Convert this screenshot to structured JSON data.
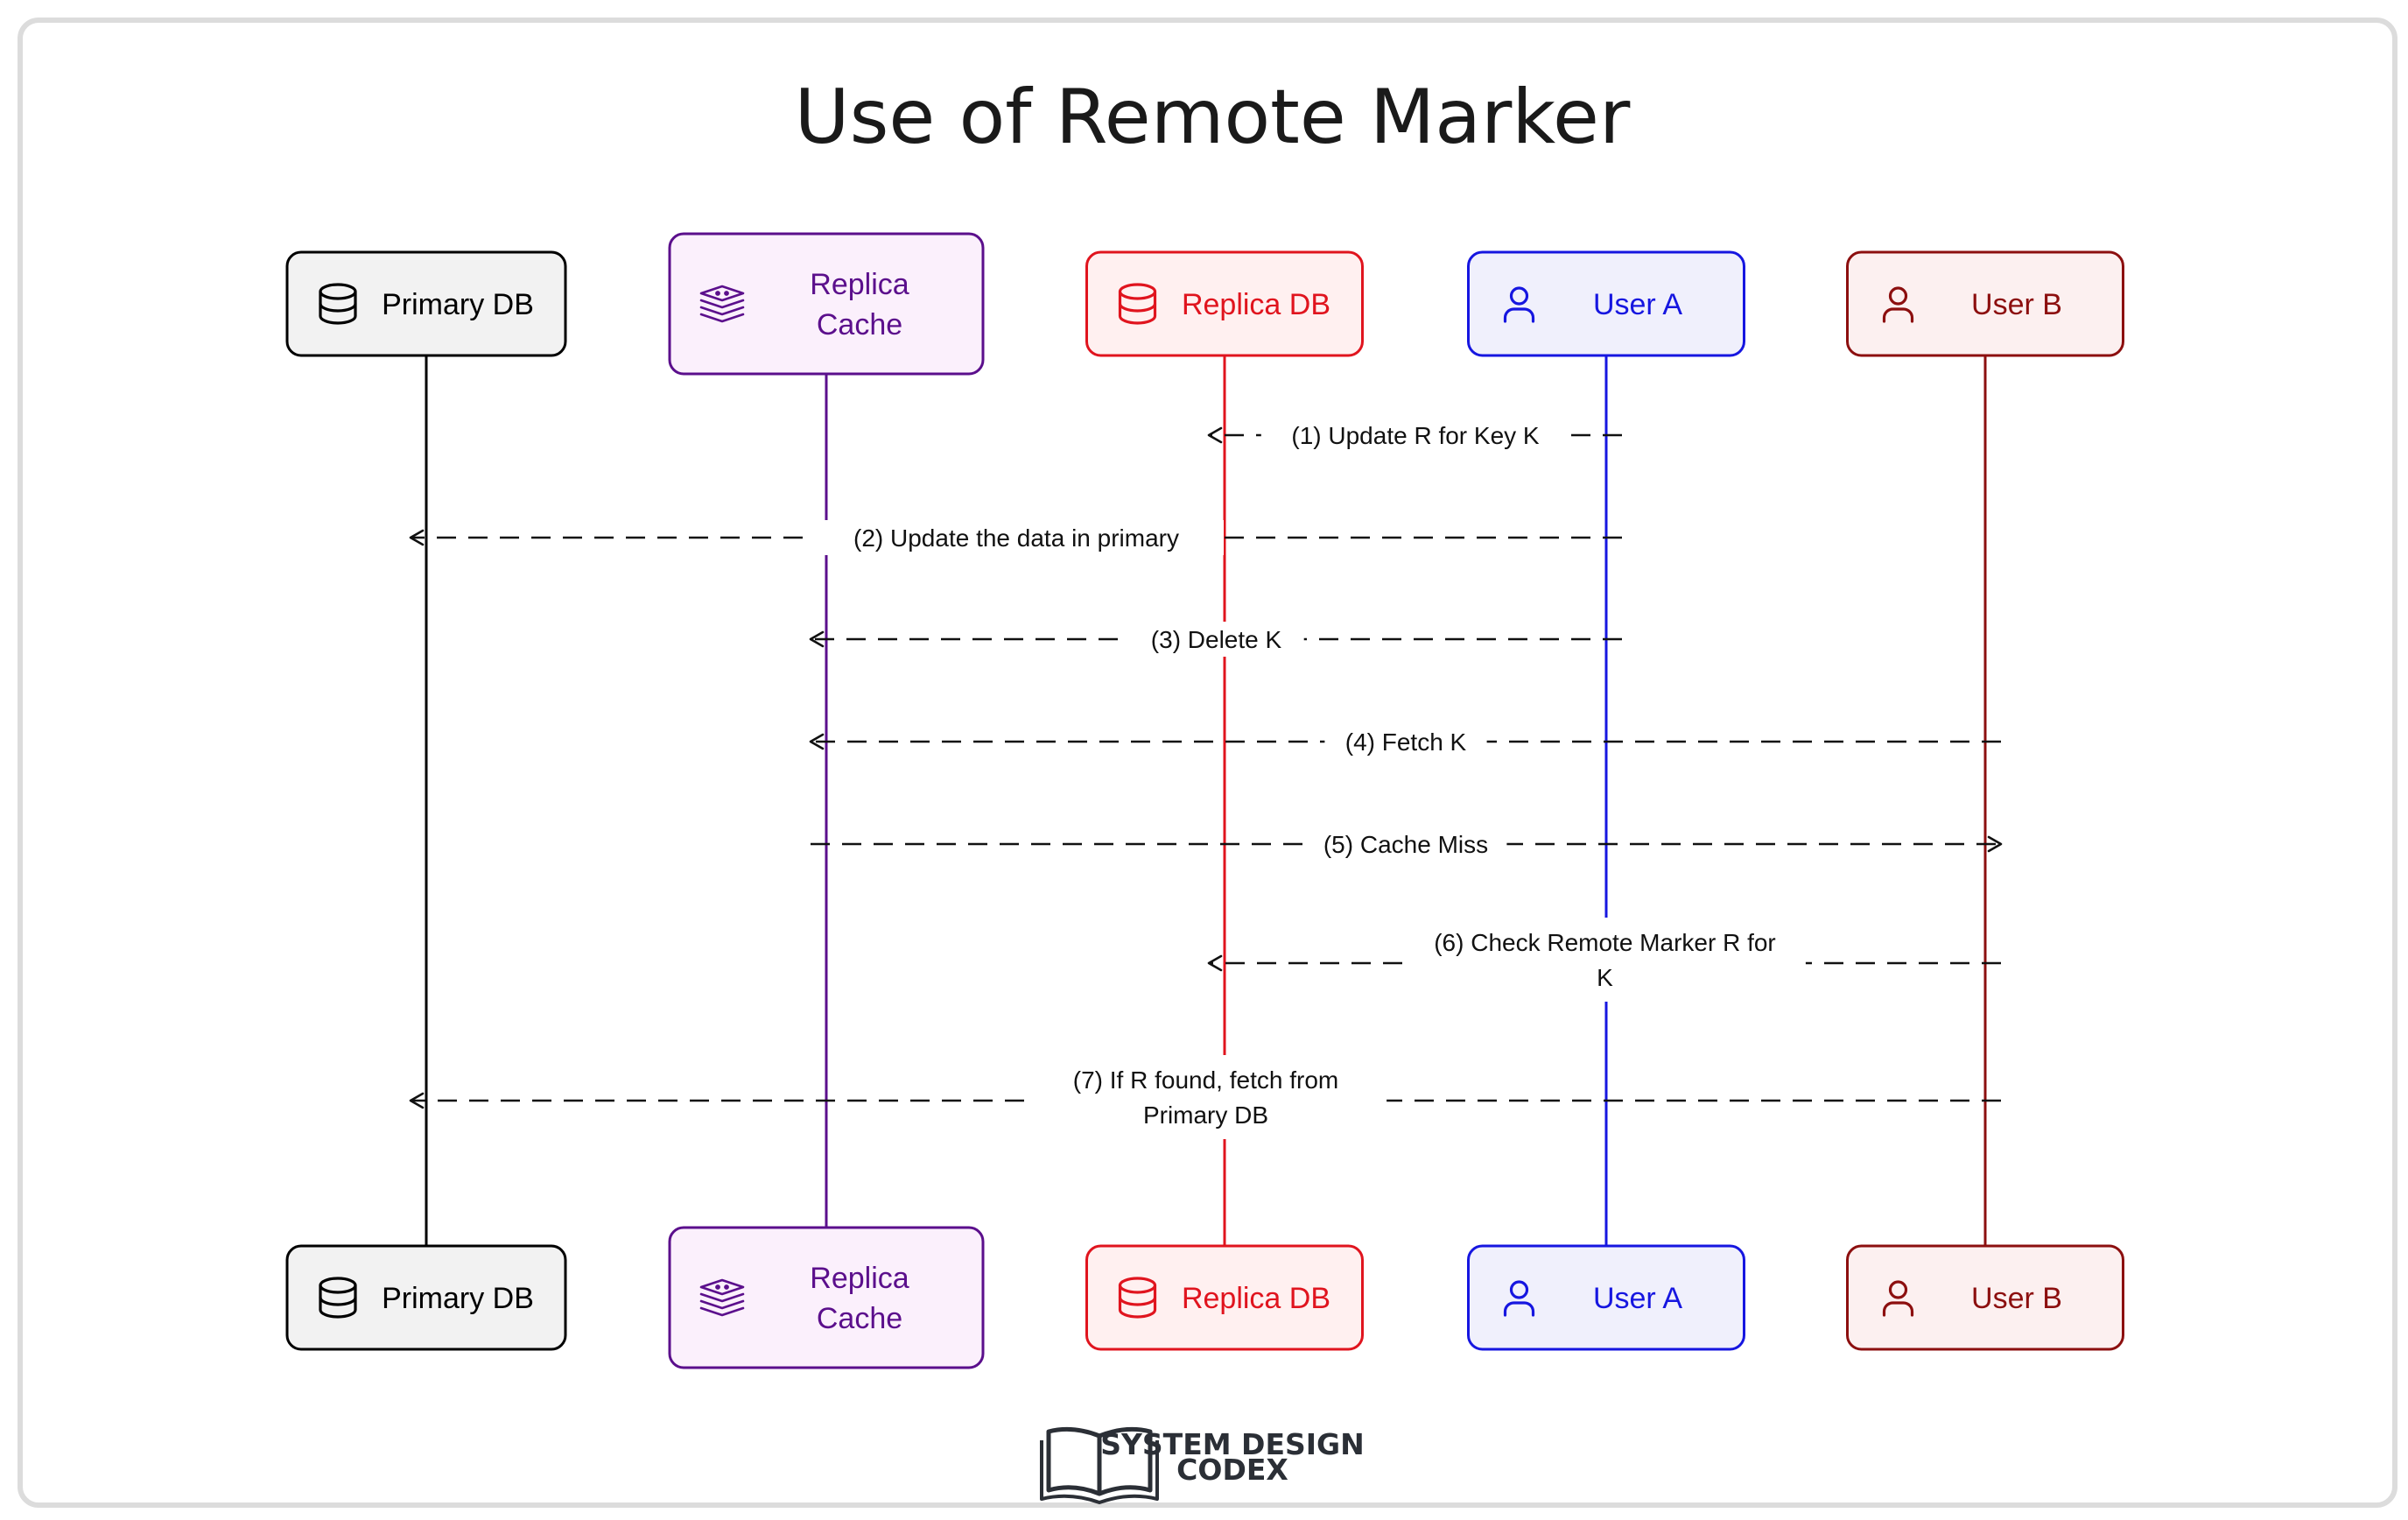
{
  "title": "Use of Remote Marker",
  "participants": [
    {
      "id": "primary-db",
      "label_lines": [
        "Primary DB"
      ],
      "icon": "database-icon",
      "color": "#000000",
      "fill": "#f2f2f2"
    },
    {
      "id": "replica-cache",
      "label_lines": [
        "Replica",
        "Cache"
      ],
      "icon": "layers-stack-icon",
      "color": "#5b0f8c",
      "fill": "#fbf0fc"
    },
    {
      "id": "replica-db",
      "label_lines": [
        "Replica DB"
      ],
      "icon": "database-icon",
      "color": "#e0141e",
      "fill": "#fff0f0"
    },
    {
      "id": "user-a",
      "label_lines": [
        "User A"
      ],
      "icon": "user-icon",
      "color": "#1616e0",
      "fill": "#f0f0fc"
    },
    {
      "id": "user-b",
      "label_lines": [
        "User B"
      ],
      "icon": "user-icon",
      "color": "#8c0f0f",
      "fill": "#fcf0f0"
    }
  ],
  "messages": [
    {
      "from": "user-a",
      "to": "replica-db",
      "label_lines": [
        "(1) Update R for Key K"
      ]
    },
    {
      "from": "user-a",
      "to": "primary-db",
      "label_lines": [
        "(2) Update the data in primary"
      ]
    },
    {
      "from": "user-a",
      "to": "replica-cache",
      "label_lines": [
        "(3) Delete K"
      ]
    },
    {
      "from": "user-b",
      "to": "replica-cache",
      "label_lines": [
        "(4) Fetch K"
      ]
    },
    {
      "from": "replica-cache",
      "to": "user-b",
      "label_lines": [
        "(5) Cache Miss"
      ]
    },
    {
      "from": "user-b",
      "to": "replica-db",
      "label_lines": [
        "(6) Check Remote Marker R for",
        "K"
      ]
    },
    {
      "from": "user-b",
      "to": "primary-db",
      "label_lines": [
        "(7) If R found, fetch from",
        "Primary DB"
      ]
    }
  ],
  "logo": {
    "line1": "SYSTEM DESIGN",
    "line2": "CODEX",
    "icon": "open-book-icon"
  }
}
